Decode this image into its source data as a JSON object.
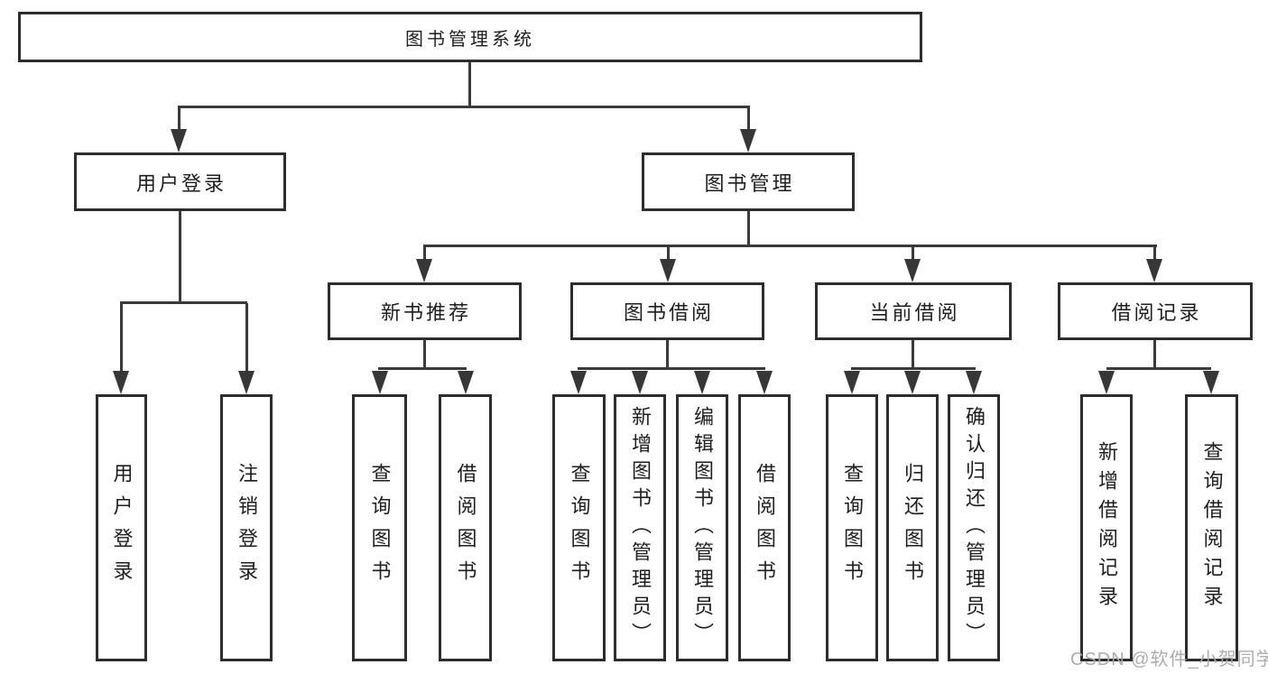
{
  "tree": {
    "root": "图书管理系统",
    "branches": [
      {
        "label": "用户登录",
        "children": [
          "用户登录",
          "注销登录"
        ]
      },
      {
        "label": "图书管理",
        "groups": [
          {
            "label": "新书推荐",
            "children": [
              "查询图书",
              "借阅图书"
            ]
          },
          {
            "label": "图书借阅",
            "children": [
              "查询图书",
              "新增图书（管理员）",
              "编辑图书（管理员）",
              "借阅图书"
            ]
          },
          {
            "label": "当前借阅",
            "children": [
              "查询图书",
              "归还图书",
              "确认归还（管理员）"
            ]
          },
          {
            "label": "借阅记录",
            "children": [
              "新增借阅记录",
              "查询借阅记录"
            ]
          }
        ]
      }
    ]
  },
  "watermark": "CSDN @软件_小贺同学",
  "colors": {
    "background": "#ffffff",
    "box_border": "#2d2d2d",
    "connector_line": "#3a3a3a",
    "text": "#1e1e1e",
    "watermark": "#a8a8a8"
  }
}
